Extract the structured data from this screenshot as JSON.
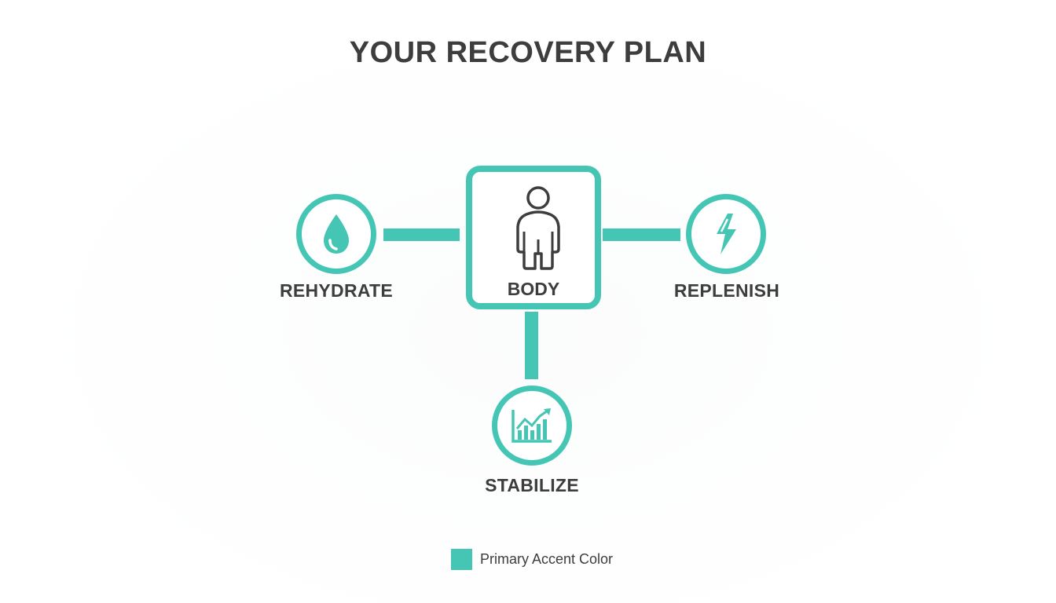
{
  "title": "YOUR RECOVERY PLAN",
  "accent_color": "#45c6b5",
  "text_color": "#3d3d3d",
  "center": {
    "label": "BODY",
    "icon": "person-icon"
  },
  "nodes": [
    {
      "label": "REHYDRATE",
      "icon": "water-drop-icon"
    },
    {
      "label": "REPLENISH",
      "icon": "lightning-bolt-icon"
    },
    {
      "label": "STABILIZE",
      "icon": "chart-trend-up-icon"
    }
  ],
  "legend": {
    "label": "Primary Accent Color"
  }
}
